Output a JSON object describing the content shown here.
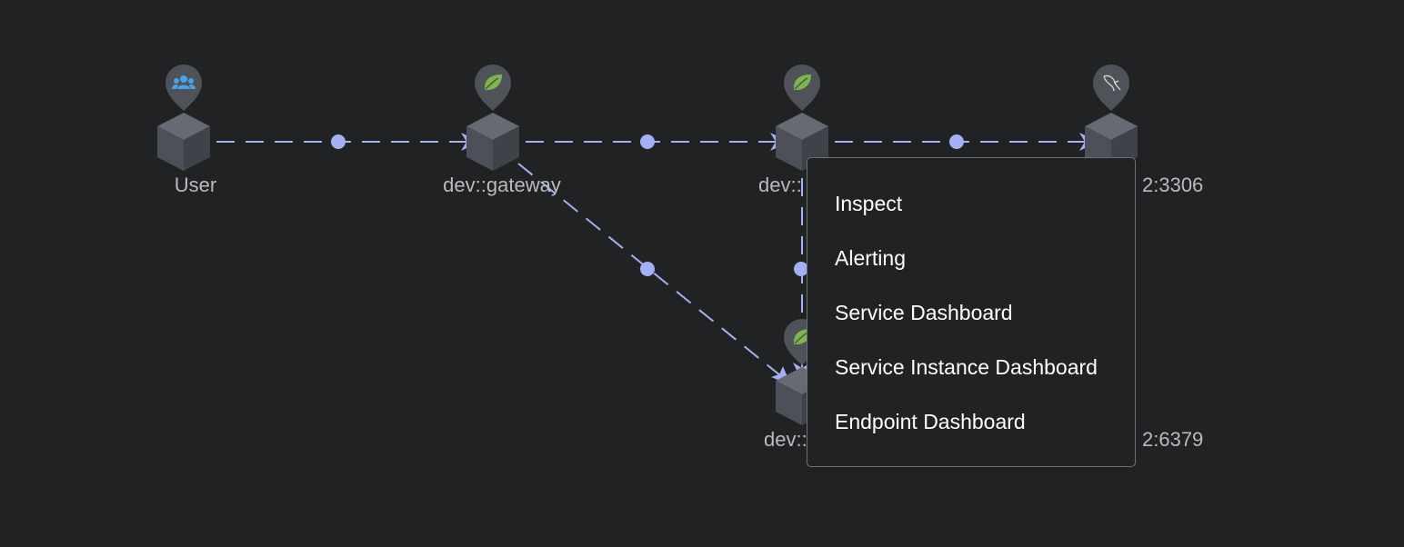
{
  "colors": {
    "background": "#212224",
    "edge": "#a3b0f5",
    "cube_top": "#676a72",
    "cube_left": "#4d5058",
    "cube_right": "#3f4249",
    "pin": "#4f5259",
    "users_icon": "#4aa3e6",
    "spring_icon": "#7ab84b",
    "mysql_icon": "#d8d8d8",
    "label": "#b9babd",
    "menu_text": "#ffffff",
    "menu_border": "#6e7075"
  },
  "nodes": [
    {
      "id": "user",
      "label": "User",
      "icon": "users-icon"
    },
    {
      "id": "gateway",
      "label": "dev::gateway",
      "icon": "spring-leaf-icon"
    },
    {
      "id": "service-top",
      "label": "dev::",
      "icon": "spring-leaf-icon"
    },
    {
      "id": "mysql",
      "label": "2:3306",
      "icon": "mysql-dolphin-icon"
    },
    {
      "id": "service-bottom",
      "label": "dev::",
      "icon": "spring-leaf-icon"
    },
    {
      "id": "redis",
      "label": "2:6379",
      "icon": "database-icon"
    }
  ],
  "edges": [
    {
      "from": "user",
      "to": "gateway"
    },
    {
      "from": "gateway",
      "to": "service-top"
    },
    {
      "from": "service-top",
      "to": "mysql"
    },
    {
      "from": "gateway",
      "to": "service-bottom"
    },
    {
      "from": "service-top",
      "to": "service-bottom"
    }
  ],
  "context_menu": {
    "items": [
      {
        "label": "Inspect"
      },
      {
        "label": "Alerting"
      },
      {
        "label": "Service Dashboard"
      },
      {
        "label": "Service Instance Dashboard"
      },
      {
        "label": "Endpoint Dashboard"
      }
    ]
  }
}
